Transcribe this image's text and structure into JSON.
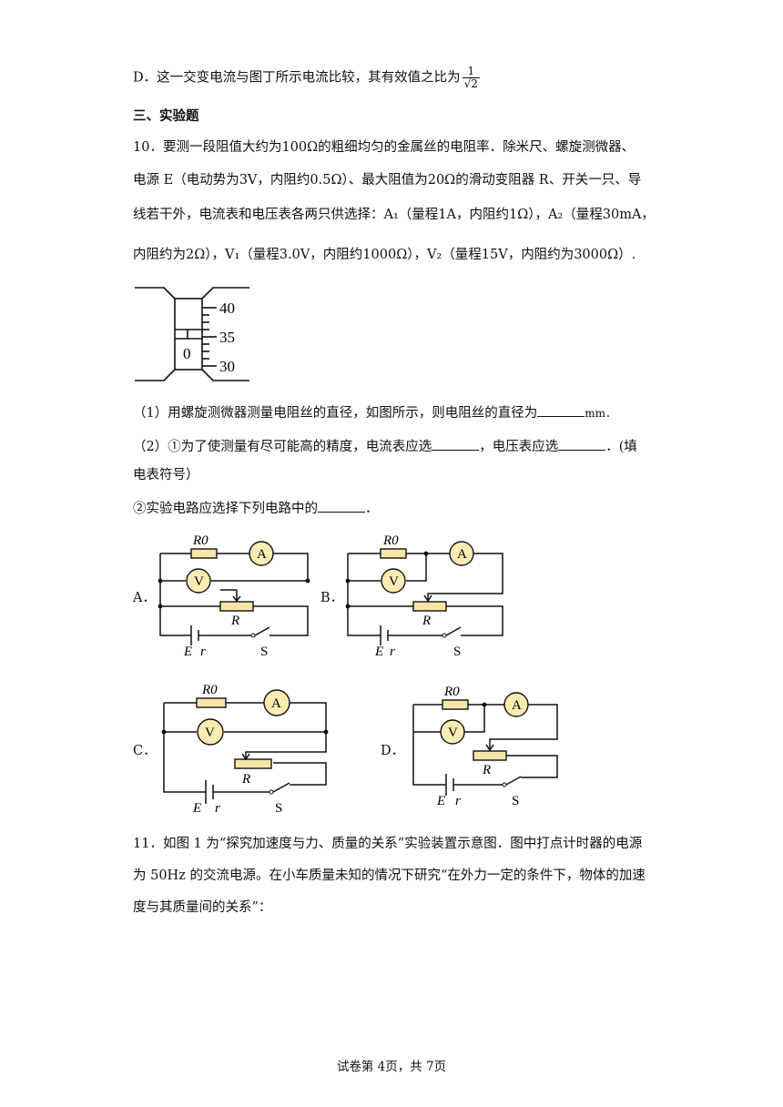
{
  "option_d": {
    "text": "D．这一交变电流与图丁所示电流比较，其有效值之比为",
    "frac_num": "1",
    "frac_den": "√2"
  },
  "section_title": "三、实验题",
  "q10": {
    "line1": "10．要测一段阻值大约为100Ω的粗细均匀的金属丝的电阻率．除米尺、螺旋测微器、",
    "line2": "电源 E（电动势为3V，内阻约0.5Ω）、最大阻值为20Ω的滑动变阻器 R、开关一只、导",
    "line3": "线若干外，电流表和电压表各两只供选择：A₁（量程1A，内阻约1Ω），A₂（量程30mA，",
    "line4": "内阻约为2Ω），V₁（量程3.0V，内阻约1000Ω），V₂（量程15V，内阻约为3000Ω）.",
    "micrometer": {
      "ticks": [
        "40",
        "35",
        "30"
      ],
      "sleeve_zero": "0"
    },
    "sub1_a": "（1）用螺旋测微器测量电阻丝的直径，如图所示，则电阻丝的直径为",
    "sub1_b": "mm．",
    "sub2_a": "（2）①为了使测量有尽可能高的精度，电流表应选",
    "sub2_b": "，电压表应选",
    "sub2_c": "．(填",
    "sub2_line2": "电表符号）",
    "sub2_circle": "②实验电路应选择下列电路中的",
    "sub2_circle_end": "．",
    "circuit_labels": {
      "r0": "R0",
      "ammeter": "A",
      "voltmeter": "V",
      "rheostat": "R",
      "emf": "E",
      "internal": "r",
      "switch": "S"
    },
    "options": [
      "A．",
      "B．",
      "C．",
      "D．"
    ]
  },
  "q11": {
    "line1": "11．如图 1 为“探究加速度与力、质量的关系”实验装置示意图．图中打点计时器的电源",
    "line2": "为 50Hz 的交流电源。在小车质量未知的情况下研究“在外力一定的条件下，物体的加速",
    "line3": "度与其质量间的关系”："
  },
  "footer": "试卷第 4页，共 7页"
}
